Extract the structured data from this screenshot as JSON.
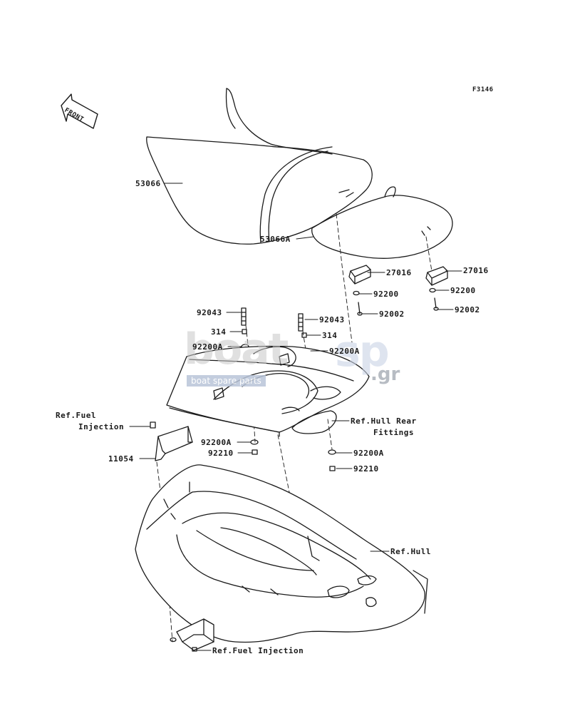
{
  "figure_code": "F3146",
  "front_marker": "FRONT",
  "watermark": {
    "logo_left": "boat",
    "logo_right": "sp",
    "logo_suffix": ".gr",
    "tagline": "boat spare parts"
  },
  "callouts": [
    {
      "id": "seat-front",
      "text": "53066"
    },
    {
      "id": "seat-rear",
      "text": "53066A"
    },
    {
      "id": "bracket-left",
      "text": "27016"
    },
    {
      "id": "bracket-right",
      "text": "27016"
    },
    {
      "id": "washer-left",
      "text": "92200"
    },
    {
      "id": "washer-right",
      "text": "92200"
    },
    {
      "id": "bolt-left",
      "text": "92002"
    },
    {
      "id": "bolt-right",
      "text": "92002"
    },
    {
      "id": "stud-left",
      "text": "92043"
    },
    {
      "id": "stud-right",
      "text": "92043"
    },
    {
      "id": "nut-left",
      "text": "314"
    },
    {
      "id": "nut-right",
      "text": "314"
    },
    {
      "id": "washer-a-left-top",
      "text": "92200A"
    },
    {
      "id": "washer-a-right-top",
      "text": "92200A"
    },
    {
      "id": "ref-fuel-top-1",
      "text": "Ref.Fuel"
    },
    {
      "id": "ref-fuel-top-2",
      "text": "Injection"
    },
    {
      "id": "ref-hull-rear-1",
      "text": "Ref.Hull Rear"
    },
    {
      "id": "ref-hull-rear-2",
      "text": "Fittings"
    },
    {
      "id": "washer-a-left-bottom",
      "text": "92200A"
    },
    {
      "id": "nut-92210-left",
      "text": "92210"
    },
    {
      "id": "bracket-11054",
      "text": "11054"
    },
    {
      "id": "washer-a-right-bottom",
      "text": "92200A"
    },
    {
      "id": "nut-92210-right",
      "text": "92210"
    },
    {
      "id": "ref-hull",
      "text": "Ref.Hull"
    },
    {
      "id": "ref-fuel-bottom",
      "text": "Ref.Fuel Injection"
    }
  ]
}
